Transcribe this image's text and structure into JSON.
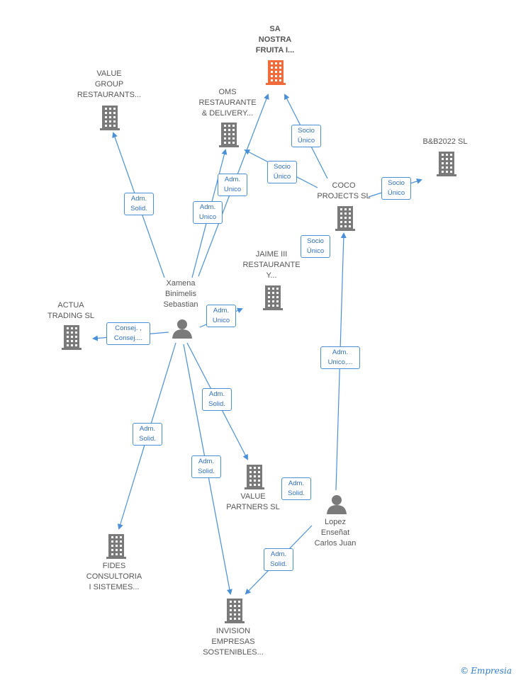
{
  "colors": {
    "edge": "#4a90d9",
    "building": "#7a7a7a",
    "focus_building": "#f26b3a",
    "person": "#7a7a7a"
  },
  "nodes": [
    {
      "id": "sa_nostra",
      "kind": "building",
      "label": "SA\nNOSTRA\nFRUITA I...",
      "focus": true
    },
    {
      "id": "value_group",
      "kind": "building",
      "label": "VALUE\nGROUP\nRESTAURANTS..."
    },
    {
      "id": "oms",
      "kind": "building",
      "label": "OMS\nRESTAURANTE\n& DELIVERY..."
    },
    {
      "id": "bb2022",
      "kind": "building",
      "label": "B&B2022  SL"
    },
    {
      "id": "coco",
      "kind": "building",
      "label": "COCO\nPROJECTS SL"
    },
    {
      "id": "jaime",
      "kind": "building",
      "label": "JAIME III\nRESTAURANTE\nY..."
    },
    {
      "id": "actua",
      "kind": "building",
      "label": "ACTUA\nTRADING SL"
    },
    {
      "id": "xamena",
      "kind": "person",
      "label": "Xamena\nBinimelis\nSebastian"
    },
    {
      "id": "value_partners",
      "kind": "building",
      "label": "VALUE\nPARTNERS  SL"
    },
    {
      "id": "lopez",
      "kind": "person",
      "label": "Lopez\nEnseñat\nCarlos Juan"
    },
    {
      "id": "fides",
      "kind": "building",
      "label": "FIDES\nCONSULTORIA\nI SISTEMES..."
    },
    {
      "id": "invision",
      "kind": "building",
      "label": "INVISION\nEMPRESAS\nSOSTENIBLES..."
    }
  ],
  "edge_labels": [
    {
      "id": "xamena_value_group",
      "text": "Adm.\nSolid."
    },
    {
      "id": "xamena_oms",
      "text": "Adm.\nUnico"
    },
    {
      "id": "xamena_sa_nostra",
      "text": "Adm.\nUnico"
    },
    {
      "id": "coco_sa_nostra",
      "text": "Socio\nÚnico"
    },
    {
      "id": "coco_oms",
      "text": "Socio\nÚnico"
    },
    {
      "id": "coco_bb2022",
      "text": "Socio\nÚnico"
    },
    {
      "id": "coco_jaime",
      "text": "Socio\nÚnico"
    },
    {
      "id": "xamena_jaime",
      "text": "Adm.\nUnico"
    },
    {
      "id": "xamena_actua",
      "text": "Consej. ,\nConsej...."
    },
    {
      "id": "lopez_coco",
      "text": "Adm.\nUnico,..."
    },
    {
      "id": "xamena_value_partners",
      "text": "Adm.\nSolid."
    },
    {
      "id": "xamena_fides",
      "text": "Adm.\nSolid."
    },
    {
      "id": "xamena_invision",
      "text": "Adm.\nSolid."
    },
    {
      "id": "lopez_value_partners",
      "text": "Adm.\nSolid."
    },
    {
      "id": "lopez_invision",
      "text": "Adm.\nSolid."
    }
  ],
  "footer": {
    "copyright_symbol": "©",
    "brand": "Empresia"
  }
}
